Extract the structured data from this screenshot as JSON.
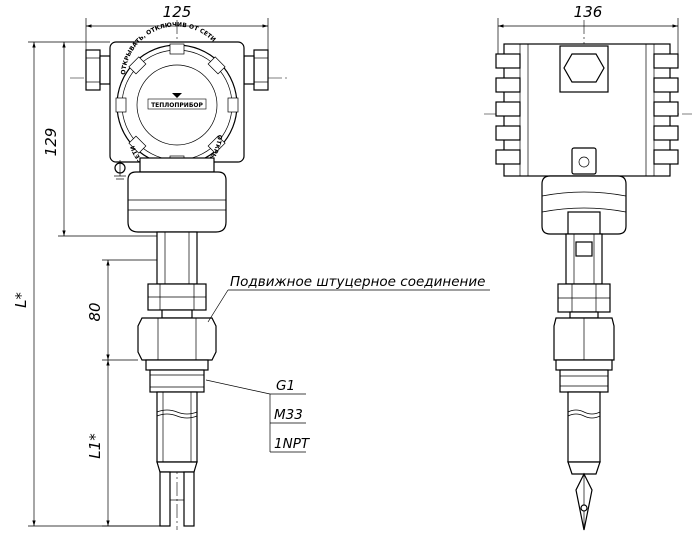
{
  "dimensions": {
    "left_width": "125",
    "right_width": "136",
    "height_head": "129",
    "height_fitting": "80",
    "total_length": "L*",
    "probe_length": "L1*"
  },
  "labels": {
    "fitting": "Подвижное штуцерное соединение",
    "threads": [
      "G1",
      "M33",
      "1NPT"
    ]
  },
  "cover_text": {
    "top_arc": "ОТКРЫВАТЬ, ОТКЛЮЧИВ ОТ СЕТИ",
    "bottom_arc": "ОТКРЫВАТЬ, ОТКЛЮЧИВ ОТ СЕТИ",
    "brand": "ТЕПЛОПРИБОР"
  }
}
